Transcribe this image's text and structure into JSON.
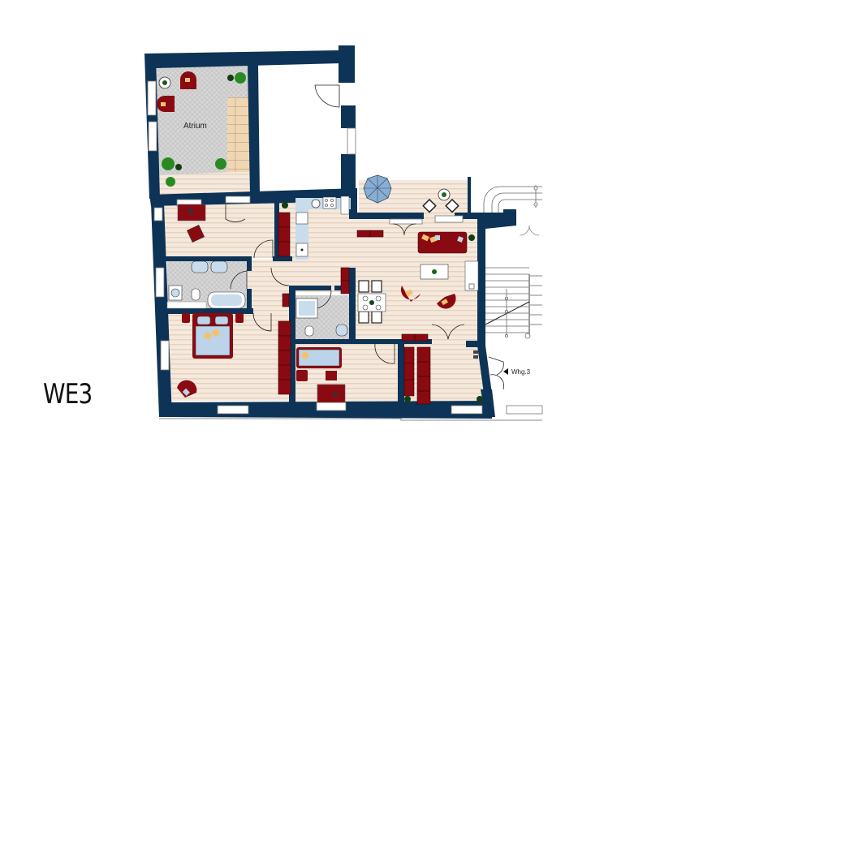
{
  "unit": {
    "label": "WE3"
  },
  "rooms": {
    "atrium": {
      "label": "Atrium"
    }
  },
  "entrance": {
    "label": "Whg.3"
  },
  "colors": {
    "wall": "#0d3356",
    "floor_wood": "#f4e6d8",
    "floor_stripe": "#e7d3c3",
    "tile": "#d4d4d4",
    "furniture_red": "#8a0a12",
    "fabric_blue": "#bcd3ea",
    "cushion_yellow": "#f2c270",
    "plant_green": "#1f7a1a",
    "kitchen_blue": "#c8dcec",
    "stairs": "#efd9b8"
  }
}
